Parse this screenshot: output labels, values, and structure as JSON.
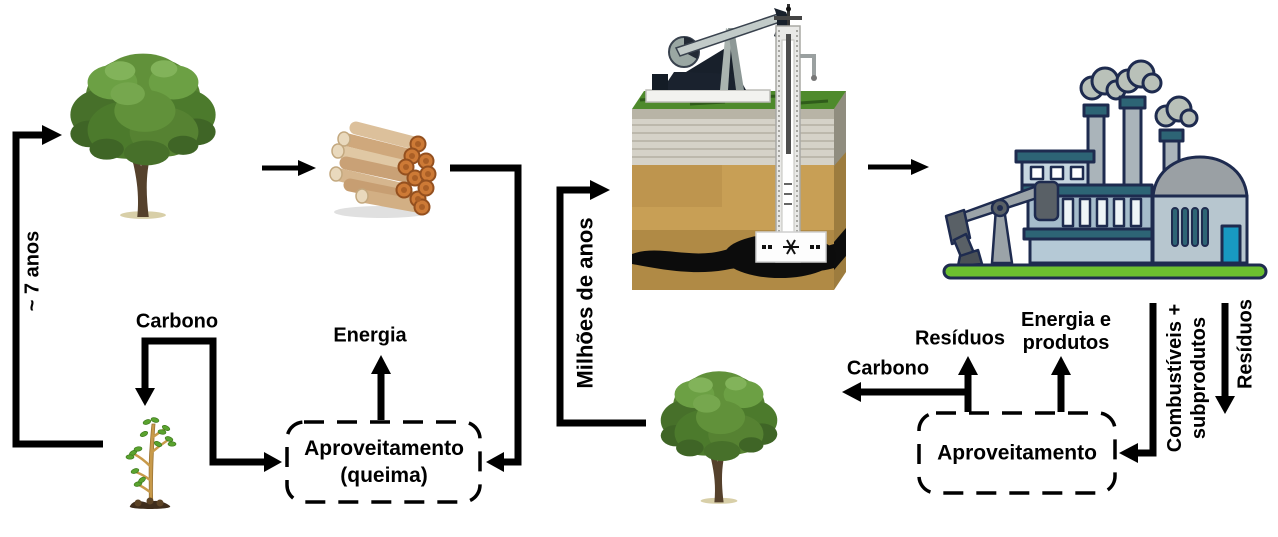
{
  "diagram": {
    "left_cycle": {
      "duration_label": "~ 7 anos",
      "carbon_label": "Carbono",
      "energy_label": "Energia",
      "process_box": {
        "line1": "Aproveitamento",
        "line2": "(queima)"
      }
    },
    "right_cycle": {
      "duration_label": "Milhões de anos",
      "carbon_label": "Carbono",
      "residues_top_label": "Resíduos",
      "energy_products": {
        "line1": "Energia e",
        "line2": "produtos"
      },
      "process_box": {
        "label": "Aproveitamento"
      },
      "fuels_label": {
        "line1": "Combustíveis +",
        "line2": "subprodutos"
      },
      "residues_side_label": "Resíduos"
    },
    "icons": {
      "left_tree": "tree-icon",
      "logs": "firewood-logs-icon",
      "sapling": "sapling-icon",
      "oil_deposit": "oil-well-underground-icon",
      "factory": "refinery-factory-icon",
      "right_tree": "tree-icon"
    },
    "colors": {
      "line": "#000000",
      "background": "#ffffff",
      "canopy_green": "#568232",
      "log_end_orange": "#cd7a36",
      "factory_teal": "#2d6475",
      "factory_wall": "#a5bccb",
      "ground_green": "#6cc02f",
      "door_cyan": "#1899c2",
      "oil_black": "#0c0c0c",
      "sand_tan": "#c89f55"
    }
  }
}
